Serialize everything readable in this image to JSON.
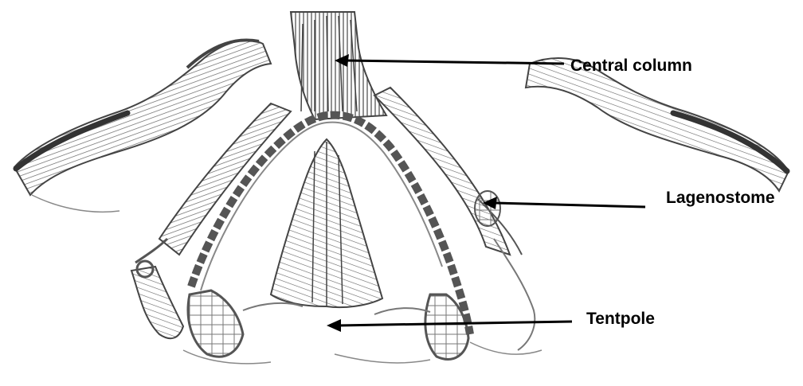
{
  "labels": {
    "central_column": "Central column",
    "lagenostome": "Lagenostome",
    "tentpole": "Tentpole"
  },
  "colors": {
    "ink": "#555555",
    "ink_dark": "#3a3a3a",
    "arrow": "#000000",
    "background": "#ffffff"
  }
}
